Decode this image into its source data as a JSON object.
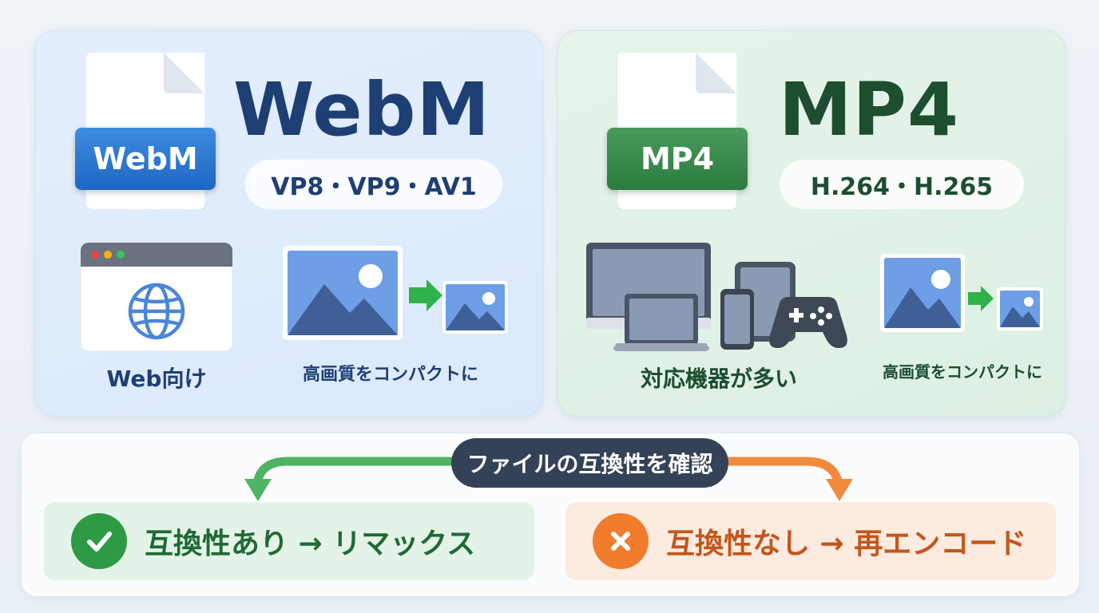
{
  "webm": {
    "file_label": "WebM",
    "title": "WebM",
    "codecs": "VP8・VP9・AV1",
    "feature_web": "Web向け",
    "feature_quality": "高画質をコンパクトに",
    "colors": {
      "title": "#1e3f74",
      "label": "#1f66c4"
    }
  },
  "mp4": {
    "file_label": "MP4",
    "title": "MP4",
    "codecs": "H.264・H.265",
    "feature_devices": "対応機器が多い",
    "feature_quality": "高画質をコンパクトに",
    "colors": {
      "title": "#1d4e30",
      "label": "#2c7b3f"
    }
  },
  "compat": {
    "check_label": "ファイルの互換性を確認",
    "ok_text": "互換性あり → リマックス",
    "ng_text": "互換性なし → 再エンコード",
    "ok_icon": "check-icon",
    "ng_icon": "cross-icon",
    "colors": {
      "ok": "#2e9a45",
      "ng": "#f07c2c",
      "dark": "#334256"
    }
  }
}
